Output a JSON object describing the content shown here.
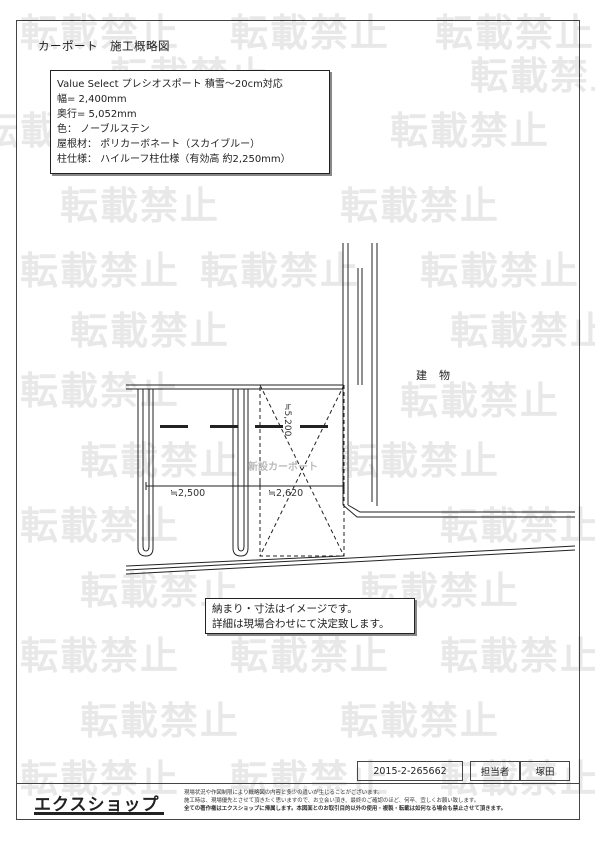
{
  "header": {
    "title": "カーポート　施工概略図"
  },
  "spec": {
    "lines": [
      "Value Select プレシオスポート 積雪～20cm対応",
      "幅= 2,400mm",
      "奥行= 5,052mm",
      "色： ノーブルステン",
      "屋根材： ポリカーボネート（スカイブルー）",
      "柱仕様： ハイルーフ柱仕様（有効高 約2,250mm）"
    ]
  },
  "drawing": {
    "building_label": "建物",
    "new_carport_label": "新設カーポート",
    "dim_left": "≒2,500",
    "dim_right": "≒2,620",
    "dim_height": "≒5,200",
    "line_color": "#222222",
    "hatch_color": "#777777"
  },
  "note": {
    "lines": [
      "納まり・寸法はイメージです。",
      "詳細は現場合わせにて決定致します。"
    ]
  },
  "footer": {
    "doc_number": "2015-2-265662",
    "staff_label": "担当者",
    "staff_name": "塚田",
    "logo": "エクスショップ",
    "disclaimer": [
      "現場状況や作図制限により概略図の内容と多少の違いが生じることがございます。",
      "施工時は、現場優先とさせて頂きたく思いますので、お立会い頂き、最終のご確認のほど、何卒、宜しくお願い致します。"
    ],
    "copyright": "全ての著作権はエクスショップに帰属します。本図面とのお取引目的以外の使用・複製・転載は如何なる場合も禁止させて頂きます。"
  },
  "watermark": {
    "text": "転載禁止"
  }
}
